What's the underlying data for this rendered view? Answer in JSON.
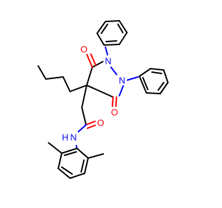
{
  "molecule": {
    "atoms": {
      "o_top": "O",
      "o_bottom": "O",
      "o_amide": "O",
      "n1": "N",
      "n2": "N",
      "nh": "N",
      "h": "H"
    }
  },
  "colors": {
    "bond": "#000000",
    "oxygen": "#ff0000",
    "nitrogen": "#0000ff",
    "background": "#ffffff"
  }
}
